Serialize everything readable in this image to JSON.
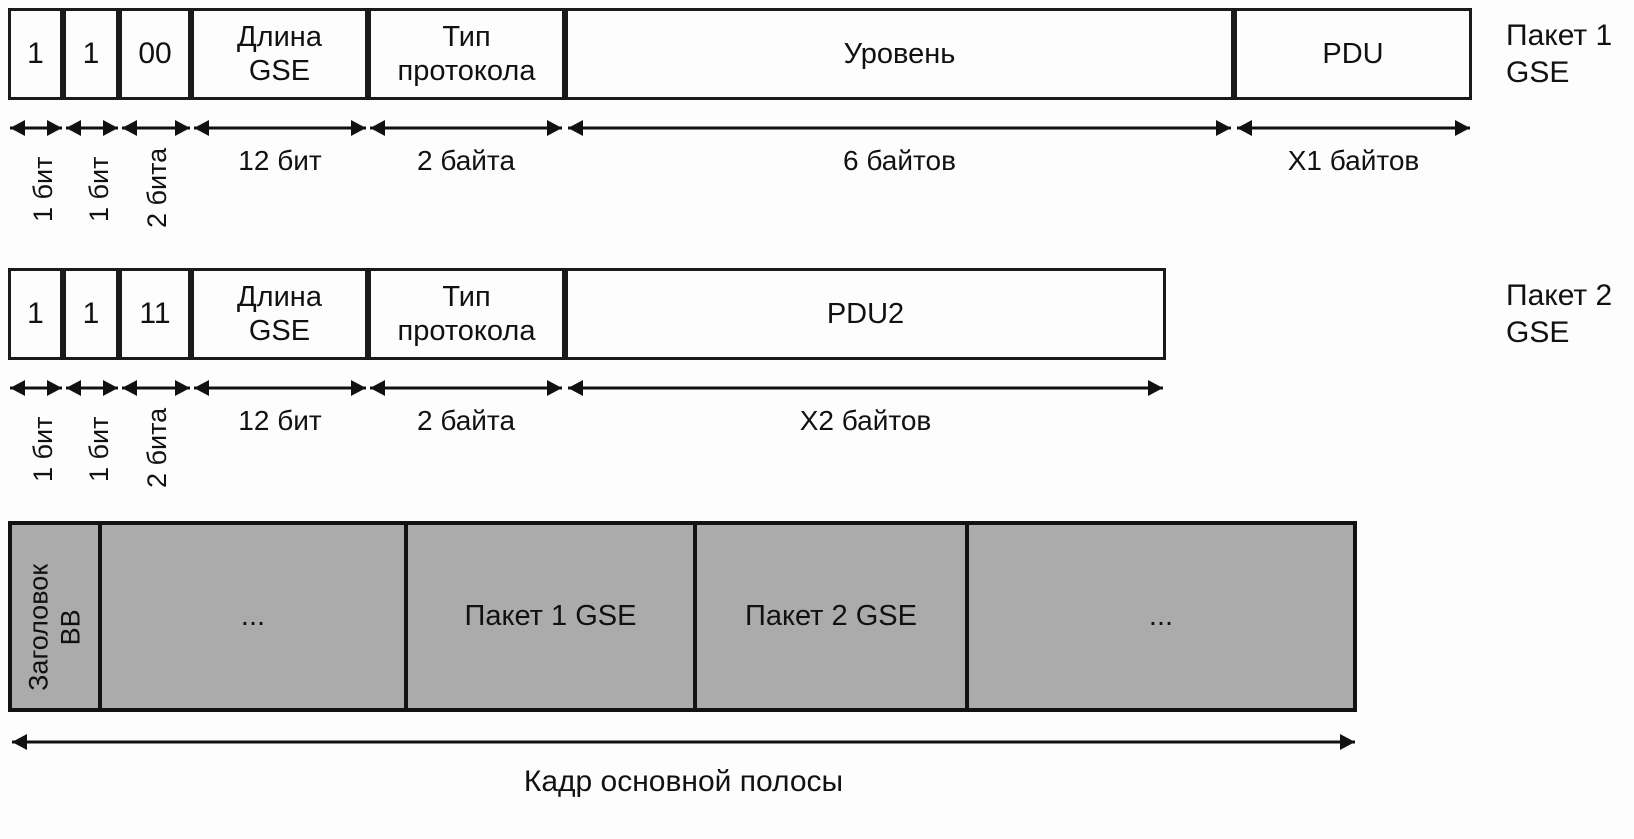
{
  "diagram": {
    "title": "GSE packet encapsulation into a baseband frame",
    "colors": {
      "stroke": "#121212",
      "background": "#fdfdfd",
      "baseband_fill": "#ababab"
    }
  },
  "packet1": {
    "side_label": "Пакет 1\nGSE",
    "fields": [
      {
        "text": "1",
        "dim": "1 бит",
        "dim_orientation": "vertical"
      },
      {
        "text": "1",
        "dim": "1 бит",
        "dim_orientation": "vertical"
      },
      {
        "text": "00",
        "dim": "2 бита",
        "dim_orientation": "vertical"
      },
      {
        "text": "Длина\nGSE",
        "dim": "12 бит",
        "dim_orientation": "horizontal"
      },
      {
        "text": "Тип\nпротокола",
        "dim": "2 байта",
        "dim_orientation": "horizontal"
      },
      {
        "text": "Уровень",
        "dim": "6 байтов",
        "dim_orientation": "horizontal"
      },
      {
        "text": "PDU",
        "dim": "X1 байтов",
        "dim_orientation": "horizontal"
      }
    ]
  },
  "packet2": {
    "side_label": "Пакет 2\nGSE",
    "fields": [
      {
        "text": "1",
        "dim": "1 бит",
        "dim_orientation": "vertical"
      },
      {
        "text": "1",
        "dim": "1 бит",
        "dim_orientation": "vertical"
      },
      {
        "text": "11",
        "dim": "2 бита",
        "dim_orientation": "vertical"
      },
      {
        "text": "Длина\nGSE",
        "dim": "12 бит",
        "dim_orientation": "horizontal"
      },
      {
        "text": "Тип\nпротокола",
        "dim": "2 байта",
        "dim_orientation": "horizontal"
      },
      {
        "text": "PDU2",
        "dim": "X2 байтов",
        "dim_orientation": "horizontal"
      }
    ]
  },
  "baseband": {
    "header_label": "Заголовок\nBB",
    "cells": [
      {
        "text": "..."
      },
      {
        "text": "Пакет 1 GSE"
      },
      {
        "text": "Пакет 2 GSE"
      },
      {
        "text": "..."
      }
    ],
    "caption": "Кадр основной полосы"
  }
}
